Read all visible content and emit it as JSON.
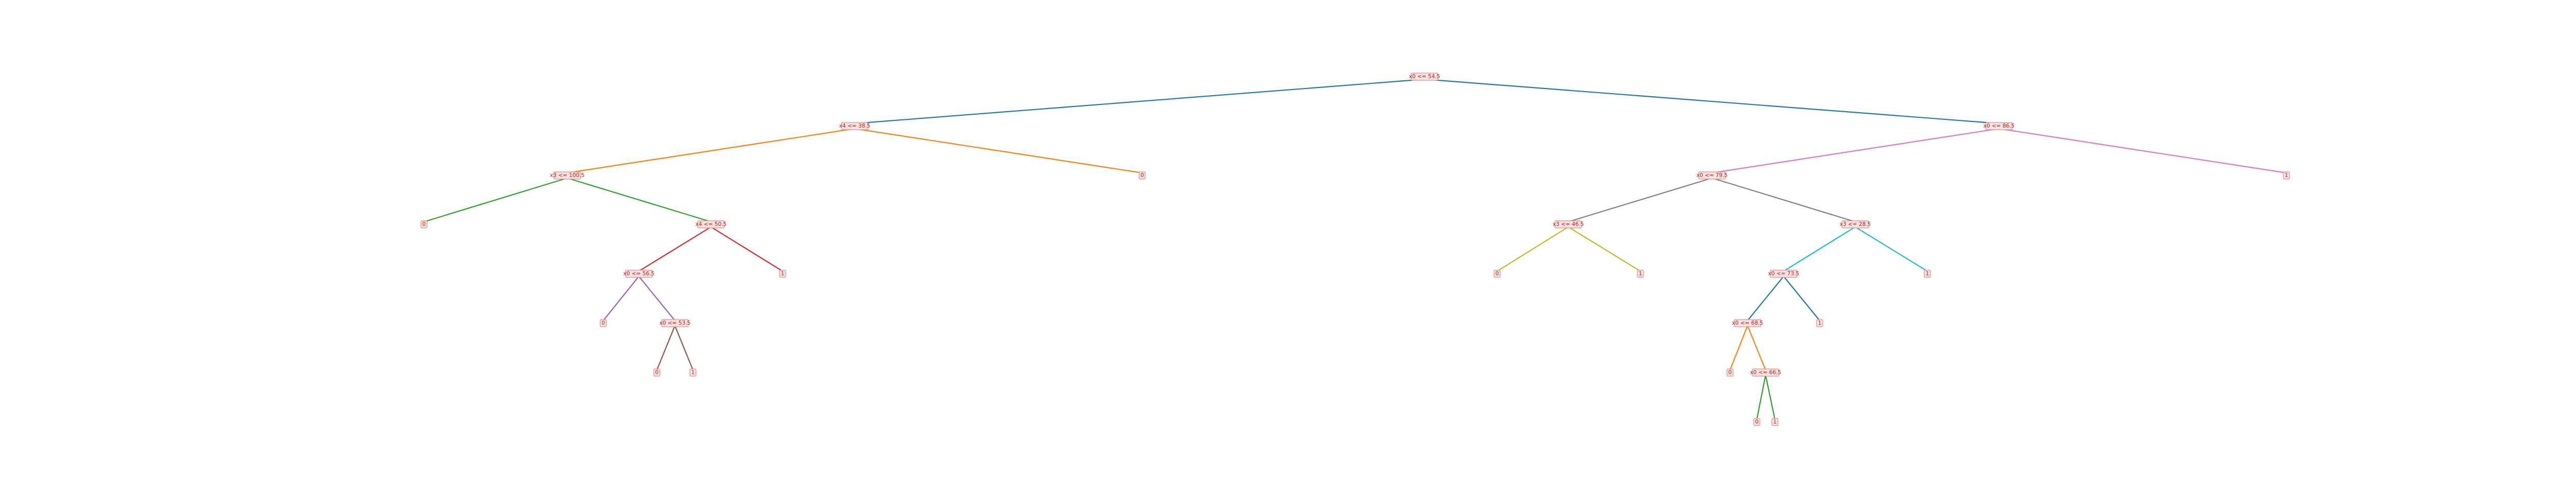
{
  "tree": {
    "nodes": [
      {
        "id": "n0",
        "label": "x0 <= 54.5"
      },
      {
        "id": "n1",
        "label": "x4 <= 38.5"
      },
      {
        "id": "n2",
        "label": "x3 <= 100.5"
      },
      {
        "id": "n3",
        "label": "0"
      },
      {
        "id": "n4",
        "label": "x4 <= 50.5"
      },
      {
        "id": "n5",
        "label": "x0 <= 56.5"
      },
      {
        "id": "n6",
        "label": "0"
      },
      {
        "id": "n7",
        "label": "1"
      },
      {
        "id": "n8",
        "label": "x0 <= 53.5"
      },
      {
        "id": "n9",
        "label": "0"
      },
      {
        "id": "n10",
        "label": "1"
      },
      {
        "id": "n11",
        "label": "0"
      },
      {
        "id": "n12",
        "label": "x0 <= 86.5"
      },
      {
        "id": "n13",
        "label": "x0 <= 79.5"
      },
      {
        "id": "n14",
        "label": "x3 <= 46.5"
      },
      {
        "id": "n15",
        "label": "0"
      },
      {
        "id": "n16",
        "label": "1"
      },
      {
        "id": "n17",
        "label": "x3 <= 28.5"
      },
      {
        "id": "n18",
        "label": "x0 <= 73.5"
      },
      {
        "id": "n19",
        "label": "x0 <= 68.5"
      },
      {
        "id": "n20",
        "label": "0"
      },
      {
        "id": "n21",
        "label": "x0 <= 66.5"
      },
      {
        "id": "n22",
        "label": "0"
      },
      {
        "id": "n23",
        "label": "1"
      },
      {
        "id": "n24",
        "label": "1"
      },
      {
        "id": "n25",
        "label": "1"
      },
      {
        "id": "n26",
        "label": "1"
      }
    ],
    "edges": [
      {
        "from": "n0",
        "to": "n1",
        "color": "#1f77b4"
      },
      {
        "from": "n0",
        "to": "n12",
        "color": "#1f77b4"
      },
      {
        "from": "n1",
        "to": "n2",
        "color": "#ff7f0e"
      },
      {
        "from": "n1",
        "to": "n11",
        "color": "#ff7f0e"
      },
      {
        "from": "n2",
        "to": "n3",
        "color": "#2ca02c"
      },
      {
        "from": "n2",
        "to": "n4",
        "color": "#2ca02c"
      },
      {
        "from": "n4",
        "to": "n5",
        "color": "#d62728"
      },
      {
        "from": "n4",
        "to": "n10",
        "color": "#d62728"
      },
      {
        "from": "n5",
        "to": "n6",
        "color": "#9467bd"
      },
      {
        "from": "n5",
        "to": "n8",
        "color": "#9467bd"
      },
      {
        "from": "n8",
        "to": "n9",
        "color": "#8c564b"
      },
      {
        "from": "n8",
        "to": "n7",
        "color": "#8c564b"
      },
      {
        "from": "n12",
        "to": "n13",
        "color": "#e377c2"
      },
      {
        "from": "n12",
        "to": "n26",
        "color": "#e377c2"
      },
      {
        "from": "n13",
        "to": "n14",
        "color": "#7f7f7f"
      },
      {
        "from": "n13",
        "to": "n17",
        "color": "#7f7f7f"
      },
      {
        "from": "n14",
        "to": "n15",
        "color": "#bcbd22"
      },
      {
        "from": "n14",
        "to": "n16",
        "color": "#bcbd22"
      },
      {
        "from": "n17",
        "to": "n18",
        "color": "#17becf"
      },
      {
        "from": "n17",
        "to": "n25",
        "color": "#17becf"
      },
      {
        "from": "n18",
        "to": "n19",
        "color": "#1f77b4"
      },
      {
        "from": "n18",
        "to": "n24",
        "color": "#1f77b4"
      },
      {
        "from": "n19",
        "to": "n20",
        "color": "#ff7f0e"
      },
      {
        "from": "n19",
        "to": "n21",
        "color": "#ff7f0e"
      },
      {
        "from": "n21",
        "to": "n22",
        "color": "#2ca02c"
      },
      {
        "from": "n21",
        "to": "n23",
        "color": "#2ca02c"
      }
    ]
  }
}
